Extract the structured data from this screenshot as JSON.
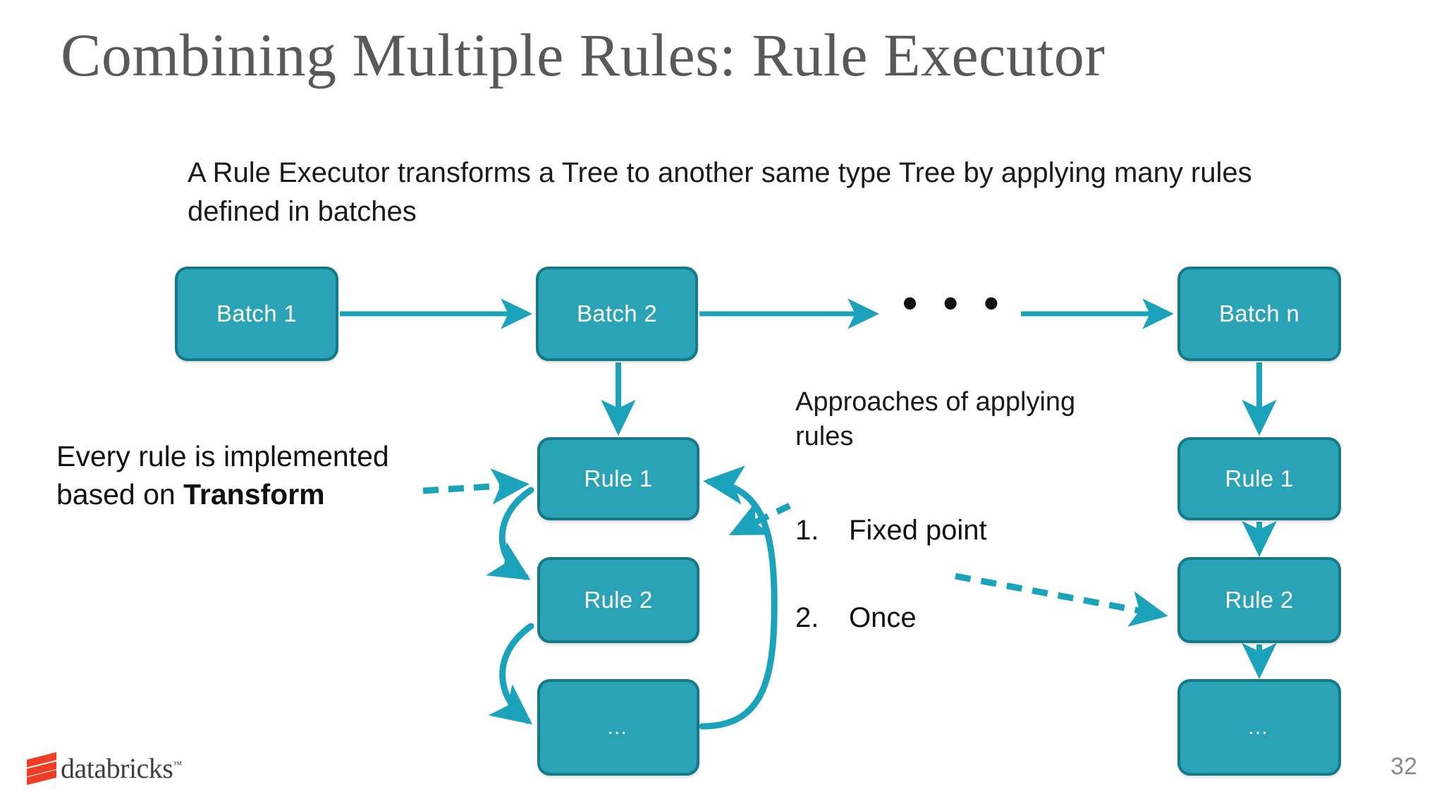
{
  "slide": {
    "title": "Combining Multiple Rules: Rule Executor",
    "lead_text": "A Rule Executor transforms a Tree to another same type Tree by applying many rules defined in batches",
    "page_number": "32",
    "row_ellipsis": "• • •"
  },
  "annotations": {
    "left_note_line1": "Every rule is implemented",
    "left_note_line2_prefix": "based on ",
    "left_note_line2_strong": "Transform",
    "approaches_heading": "Approaches of applying rules",
    "approach_1_num": "1.",
    "approach_1_label": "Fixed point",
    "approach_2_num": "2.",
    "approach_2_label": "Once"
  },
  "batches_row": [
    {
      "label": "Batch 1"
    },
    {
      "label": "Batch 2"
    },
    {
      "label": "Batch n"
    }
  ],
  "middle_column": [
    {
      "label": "Rule 1"
    },
    {
      "label": "Rule 2"
    },
    {
      "label": "…"
    }
  ],
  "right_column": [
    {
      "label": "Rule 1"
    },
    {
      "label": "Rule 2"
    },
    {
      "label": "…"
    }
  ],
  "logo": {
    "text": "databricks",
    "trademark": "™"
  },
  "colors": {
    "node_fill": "#29a3b5",
    "node_border": "#16798a",
    "arrow": "#1aa3ba",
    "title_text": "#58595b",
    "body_text": "#1a1a1a",
    "logo_red": "#ef3d26",
    "page_number_text": "#8a8a8f"
  }
}
